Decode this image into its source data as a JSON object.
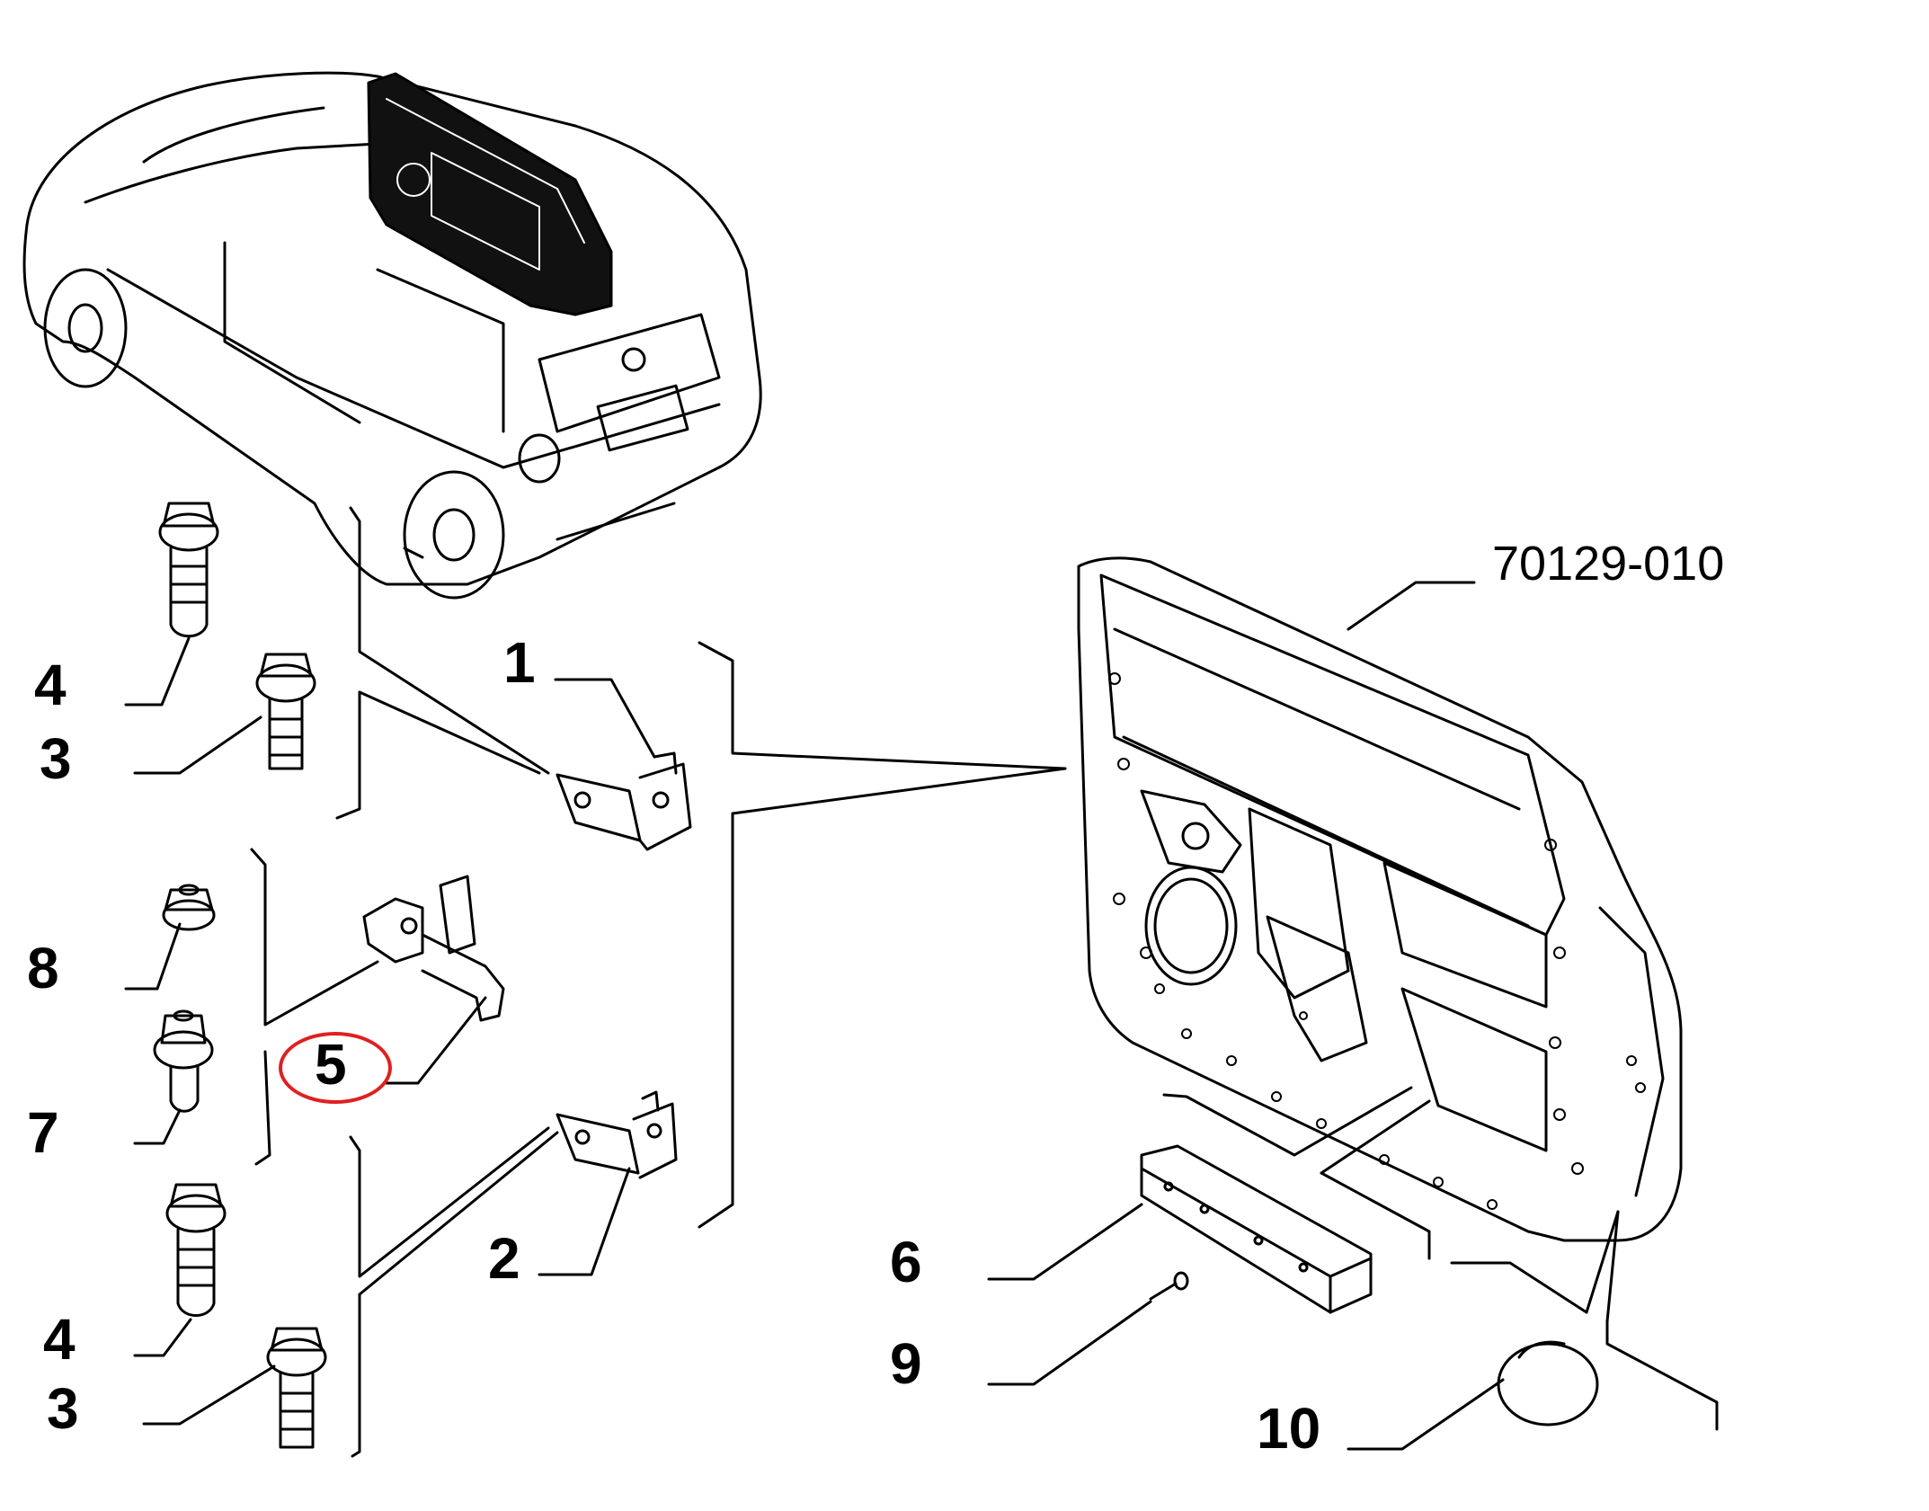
{
  "diagram": {
    "type": "exploded-parts-diagram",
    "subject": "Front door assembly and hinges",
    "reference_code": "70129-010",
    "highlight_color": "#e02020",
    "line_color": "#000000",
    "highlighted_part": "5",
    "parts": [
      {
        "id": "p1",
        "label": "1",
        "depicts": "upper door hinge bracket"
      },
      {
        "id": "p2",
        "label": "2",
        "depicts": "lower door hinge bracket"
      },
      {
        "id": "p3a",
        "label": "3",
        "depicts": "flanged hex bolt (upper)"
      },
      {
        "id": "p3b",
        "label": "3",
        "depicts": "flanged hex bolt (lower)"
      },
      {
        "id": "p4a",
        "label": "4",
        "depicts": "stepped flanged hex bolt (upper)"
      },
      {
        "id": "p4b",
        "label": "4",
        "depicts": "stepped flanged hex bolt (lower)"
      },
      {
        "id": "p5",
        "label": "5",
        "depicts": "door check strap",
        "highlighted": true
      },
      {
        "id": "p6",
        "label": "6",
        "depicts": "door stiffener / reinforcement bar"
      },
      {
        "id": "p7",
        "label": "7",
        "depicts": "socket-head flanged screw"
      },
      {
        "id": "p8",
        "label": "8",
        "depicts": "flanged hex nut"
      },
      {
        "id": "p9",
        "label": "9",
        "depicts": "small screw / rivet"
      },
      {
        "id": "p10",
        "label": "10",
        "depicts": "rubber bump stop / plug"
      }
    ],
    "illustrations": [
      "car-overview",
      "door-shell-panel"
    ]
  }
}
